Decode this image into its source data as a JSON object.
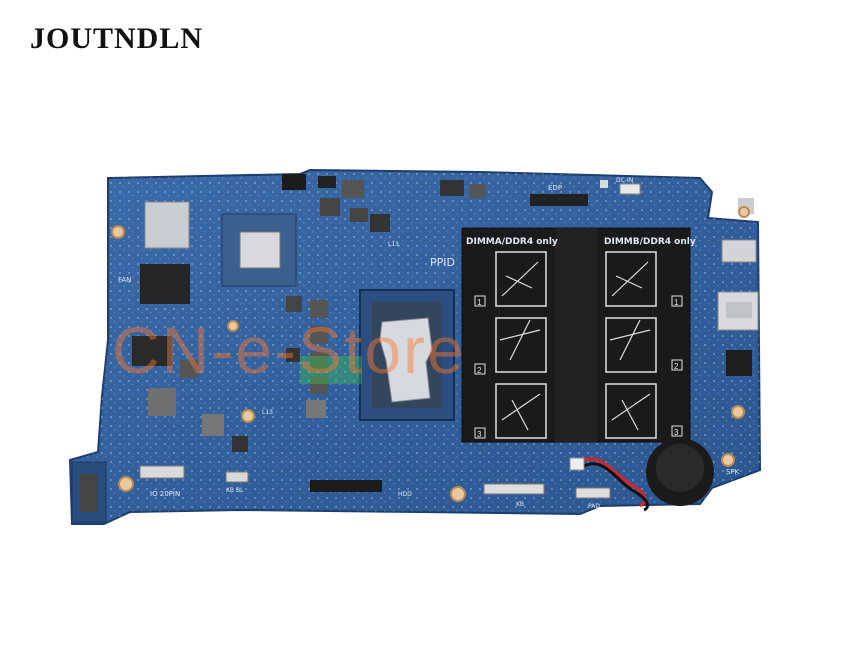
{
  "brand": {
    "name": "JOUTNDLN"
  },
  "board": {
    "labels": {
      "edp": "EDP",
      "ppid": "PPID",
      "dimm_a": "DIMMA/DDR4 only",
      "dimm_b": "DIMMB/DDR4 only",
      "fan": "FAN",
      "spk": "SPK",
      "io": "IO  20PIN",
      "kbbl": "KB BL",
      "hdd": "HDD",
      "kb": "KB",
      "pad": "PAD",
      "dc": "DC-IN",
      "l13a": "L13",
      "l13b": "L13",
      "slot1": "1",
      "slot2": "2",
      "slot3": "3",
      "slot4": "1",
      "slot5": "2",
      "slot6": "3"
    },
    "watermark": "CN-e-Store"
  },
  "colors": {
    "pcb": "#2f5f9e",
    "pcb_dark": "#24497d",
    "chip": "#2a2a2a",
    "label_black": "#111111",
    "watermark": "#ff7a30"
  }
}
